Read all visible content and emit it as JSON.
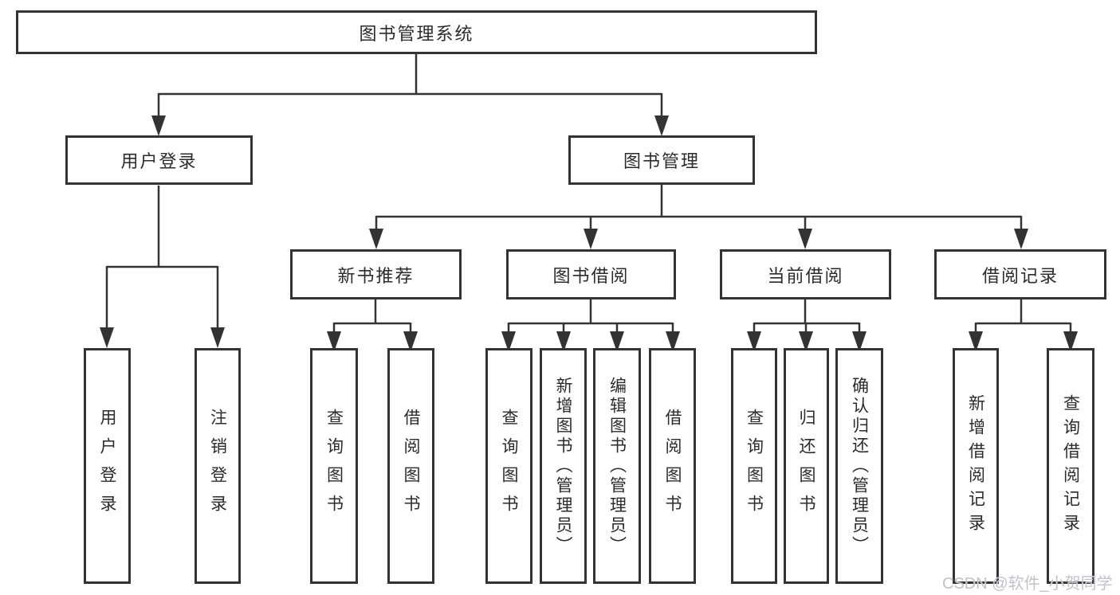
{
  "diagram_title": "图书管理系统",
  "colors": {
    "line": "#333333",
    "text": "#2b2b2b",
    "watermark": "#bfc3c9",
    "background": "#ffffff"
  },
  "watermark": "CSDN @软件_小贺同学",
  "tree": {
    "root": {
      "label": "图书管理系统"
    },
    "login": {
      "label": "用户登录",
      "children": [
        {
          "label": "用户登录"
        },
        {
          "label": "注销登录"
        }
      ]
    },
    "manage": {
      "label": "图书管理",
      "sections": [
        {
          "label": "新书推荐",
          "children": [
            {
              "label": "查询图书"
            },
            {
              "label": "借阅图书"
            }
          ]
        },
        {
          "label": "图书借阅",
          "children": [
            {
              "label": "查询图书"
            },
            {
              "label": "新增图书（管理员）"
            },
            {
              "label": "编辑图书（管理员）"
            },
            {
              "label": "借阅图书"
            }
          ]
        },
        {
          "label": "当前借阅",
          "children": [
            {
              "label": "查询图书"
            },
            {
              "label": "归还图书"
            },
            {
              "label": "确认归还（管理员）"
            }
          ]
        },
        {
          "label": "借阅记录",
          "children": [
            {
              "label": "新增借阅记录"
            },
            {
              "label": "查询借阅记录"
            }
          ]
        }
      ]
    }
  }
}
